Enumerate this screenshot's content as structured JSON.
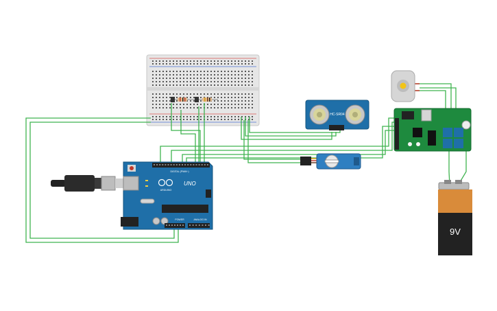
{
  "arduino": {
    "brand": "ARDUINO",
    "model": "UNO",
    "digital_header": "DIGITAL (PWM~)",
    "power_header": "POWER",
    "analog_header": "ANALOG IN"
  },
  "ultrasonic": {
    "model": "HC-SR04"
  },
  "battery": {
    "label": "9V"
  },
  "colors": {
    "wire": "#3fb34f",
    "board_blue": "#1f6fa8",
    "driver_green": "#1e8a3e",
    "battery_orange": "#d98b3a",
    "servo_blue": "#2f7fc1"
  },
  "icons": {
    "usb": "usb-cable-icon",
    "dc_jack": "dc-jack-icon",
    "motor": "dc-motor-icon"
  }
}
